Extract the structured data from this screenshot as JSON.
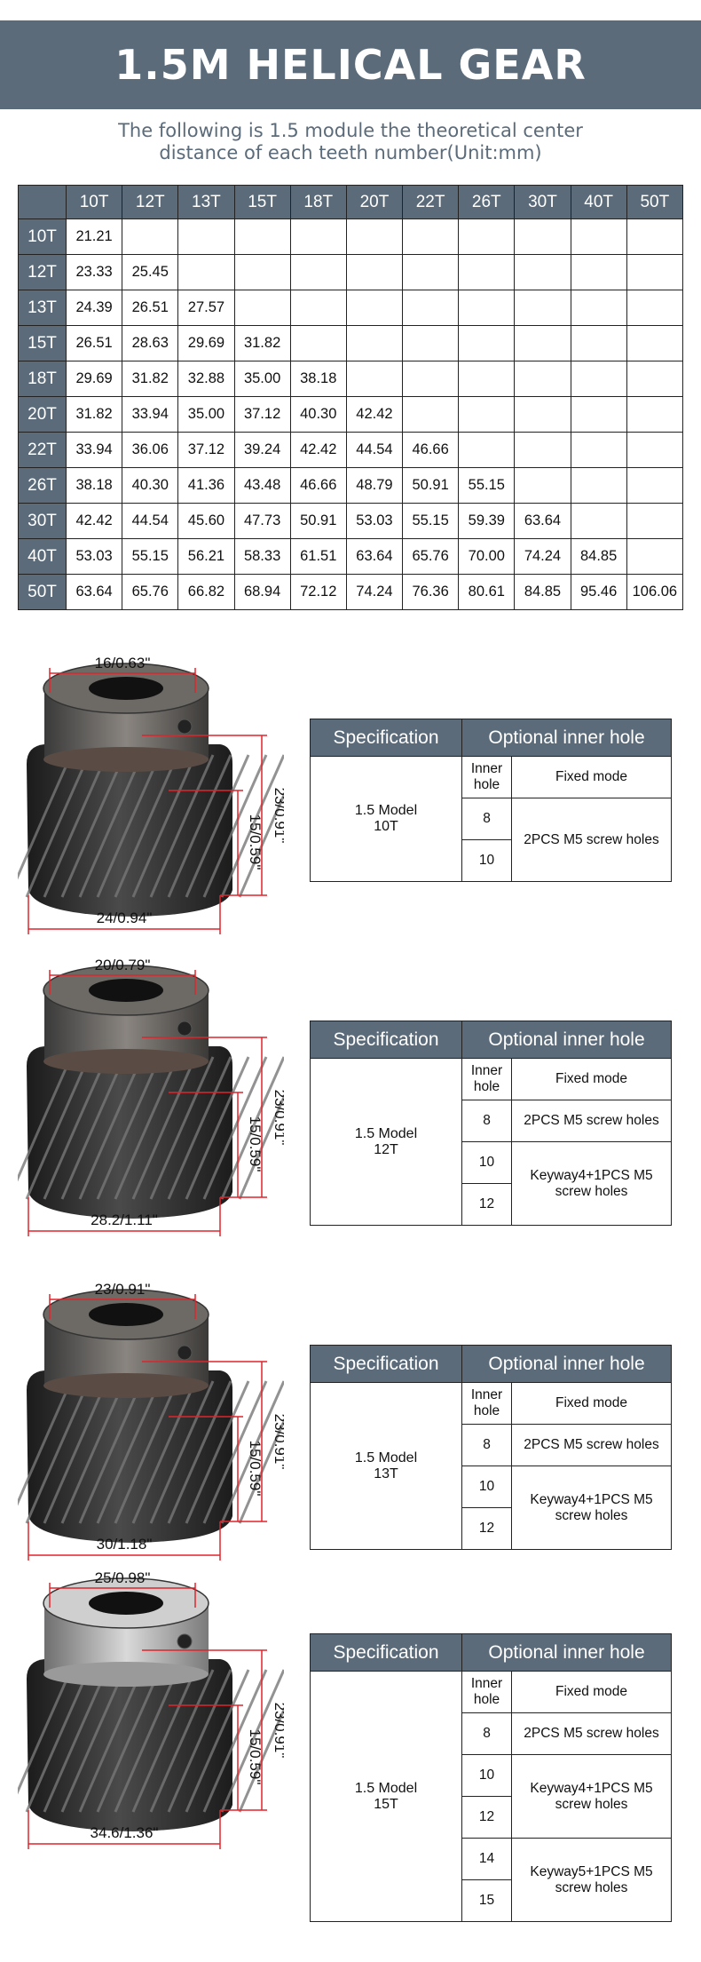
{
  "title": "1.5M HELICAL GEAR",
  "subtitle_line1": "The following is 1.5 module the theoretical center",
  "subtitle_line2": "distance of each teeth number(Unit:mm)",
  "distance_table": {
    "columns": [
      "10T",
      "12T",
      "13T",
      "15T",
      "18T",
      "20T",
      "22T",
      "26T",
      "30T",
      "40T",
      "50T"
    ],
    "rows": [
      {
        "label": "10T",
        "values": [
          "21.21",
          "",
          "",
          "",
          "",
          "",
          "",
          "",
          "",
          "",
          ""
        ]
      },
      {
        "label": "12T",
        "values": [
          "23.33",
          "25.45",
          "",
          "",
          "",
          "",
          "",
          "",
          "",
          "",
          ""
        ]
      },
      {
        "label": "13T",
        "values": [
          "24.39",
          "26.51",
          "27.57",
          "",
          "",
          "",
          "",
          "",
          "",
          "",
          ""
        ]
      },
      {
        "label": "15T",
        "values": [
          "26.51",
          "28.63",
          "29.69",
          "31.82",
          "",
          "",
          "",
          "",
          "",
          "",
          ""
        ]
      },
      {
        "label": "18T",
        "values": [
          "29.69",
          "31.82",
          "32.88",
          "35.00",
          "38.18",
          "",
          "",
          "",
          "",
          "",
          ""
        ]
      },
      {
        "label": "20T",
        "values": [
          "31.82",
          "33.94",
          "35.00",
          "37.12",
          "40.30",
          "42.42",
          "",
          "",
          "",
          "",
          ""
        ]
      },
      {
        "label": "22T",
        "values": [
          "33.94",
          "36.06",
          "37.12",
          "39.24",
          "42.42",
          "44.54",
          "46.66",
          "",
          "",
          "",
          ""
        ]
      },
      {
        "label": "26T",
        "values": [
          "38.18",
          "40.30",
          "41.36",
          "43.48",
          "46.66",
          "48.79",
          "50.91",
          "55.15",
          "",
          "",
          ""
        ]
      },
      {
        "label": "30T",
        "values": [
          "42.42",
          "44.54",
          "45.60",
          "47.73",
          "50.91",
          "53.03",
          "55.15",
          "59.39",
          "63.64",
          "",
          ""
        ]
      },
      {
        "label": "40T",
        "values": [
          "53.03",
          "55.15",
          "56.21",
          "58.33",
          "61.51",
          "63.64",
          "65.76",
          "70.00",
          "74.24",
          "84.85",
          ""
        ]
      },
      {
        "label": "50T",
        "values": [
          "63.64",
          "65.76",
          "66.82",
          "68.94",
          "72.12",
          "74.24",
          "76.36",
          "80.61",
          "84.85",
          "95.46",
          "106.06"
        ]
      }
    ]
  },
  "spec_headers": {
    "specification": "Specification",
    "optional": "Optional inner hole",
    "inner_hole": "Inner hole",
    "fixed_mode": "Fixed mode"
  },
  "gears": [
    {
      "top_dim": "16/0.63\"",
      "height_dim": "23/0.91\"",
      "teeth_dim": "15/0.59\"",
      "bottom_dim": "24/0.94\"",
      "model_line1": "1.5 Model",
      "model_line2": "10T",
      "holes": [
        {
          "hole": "8",
          "mode": "2PCS M5 screw holes",
          "span": 2
        },
        {
          "hole": "10",
          "mode": null,
          "span": 0
        }
      ]
    },
    {
      "top_dim": "20/0.79\"",
      "height_dim": "23/0.91\"",
      "teeth_dim": "15/0.59\"",
      "bottom_dim": "28.2/1.11\"",
      "model_line1": "1.5 Model",
      "model_line2": "12T",
      "holes": [
        {
          "hole": "8",
          "mode": "2PCS M5 screw holes",
          "span": 1
        },
        {
          "hole": "10",
          "mode": "Keyway4+1PCS M5 screw holes",
          "span": 2
        },
        {
          "hole": "12",
          "mode": null,
          "span": 0
        }
      ]
    },
    {
      "top_dim": "23/0.91\"",
      "height_dim": "23/0.91\"",
      "teeth_dim": "15/0.59\"",
      "bottom_dim": "30/1.18\"",
      "model_line1": "1.5 Model",
      "model_line2": "13T",
      "holes": [
        {
          "hole": "8",
          "mode": "2PCS M5 screw holes",
          "span": 1
        },
        {
          "hole": "10",
          "mode": "Keyway4+1PCS M5 screw holes",
          "span": 2
        },
        {
          "hole": "12",
          "mode": null,
          "span": 0
        }
      ]
    },
    {
      "top_dim": "25/0.98\"",
      "height_dim": "23/0.91\"",
      "teeth_dim": "15/0.59\"",
      "bottom_dim": "34.6/1.36\"",
      "model_line1": "1.5 Model",
      "model_line2": "15T",
      "holes": [
        {
          "hole": "8",
          "mode": "2PCS M5 screw holes",
          "span": 1
        },
        {
          "hole": "10",
          "mode": "Keyway4+1PCS M5 screw holes",
          "span": 2
        },
        {
          "hole": "12",
          "mode": null,
          "span": 0
        },
        {
          "hole": "14",
          "mode": "Keyway5+1PCS M5 screw holes",
          "span": 2
        },
        {
          "hole": "15",
          "mode": null,
          "span": 0
        }
      ]
    }
  ],
  "colors": {
    "header_bg": "#5b6b7a",
    "header_text": "#ffffff",
    "subtitle": "#5b6b7a",
    "dimension": "#e0242a"
  },
  "icons": [
    "helical-gear-photo"
  ]
}
